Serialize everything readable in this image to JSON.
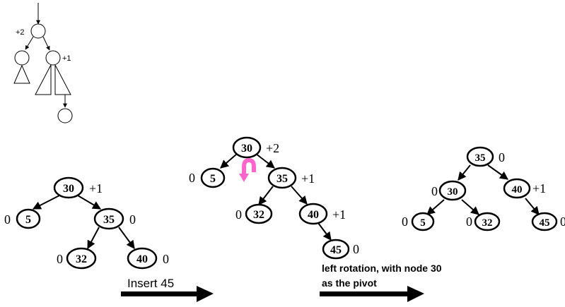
{
  "schematic": {
    "root_balance": "+2",
    "right_child_balance": "+1"
  },
  "tree_before": {
    "nodes": {
      "n30": {
        "value": "30",
        "balance": "+1"
      },
      "n5": {
        "value": "5",
        "balance": "0"
      },
      "n35": {
        "value": "35",
        "balance": "0"
      },
      "n32": {
        "value": "32",
        "balance": "0"
      },
      "n40": {
        "value": "40",
        "balance": "0"
      }
    }
  },
  "tree_after_insert": {
    "nodes": {
      "n30": {
        "value": "30",
        "balance": "+2"
      },
      "n5": {
        "value": "5",
        "balance": "0"
      },
      "n35": {
        "value": "35",
        "balance": "+1"
      },
      "n32": {
        "value": "32",
        "balance": "0"
      },
      "n40": {
        "value": "40",
        "balance": "+1"
      },
      "n45": {
        "value": "45",
        "balance": "0"
      }
    }
  },
  "tree_after_rotation": {
    "nodes": {
      "n35": {
        "value": "35",
        "balance": "0"
      },
      "n30": {
        "value": "30",
        "balance": "0"
      },
      "n40": {
        "value": "40",
        "balance": "+1"
      },
      "n5": {
        "value": "5",
        "balance": "0"
      },
      "n32": {
        "value": "32",
        "balance": "0"
      },
      "n45": {
        "value": "45",
        "balance": "0"
      }
    }
  },
  "step_labels": {
    "insert": "Insert 45",
    "rotation_line1": "left rotation, with node 30",
    "rotation_line2": "as the pivot"
  },
  "colors": {
    "rotation_icon": "#ff66cc",
    "ink": "#000000"
  }
}
